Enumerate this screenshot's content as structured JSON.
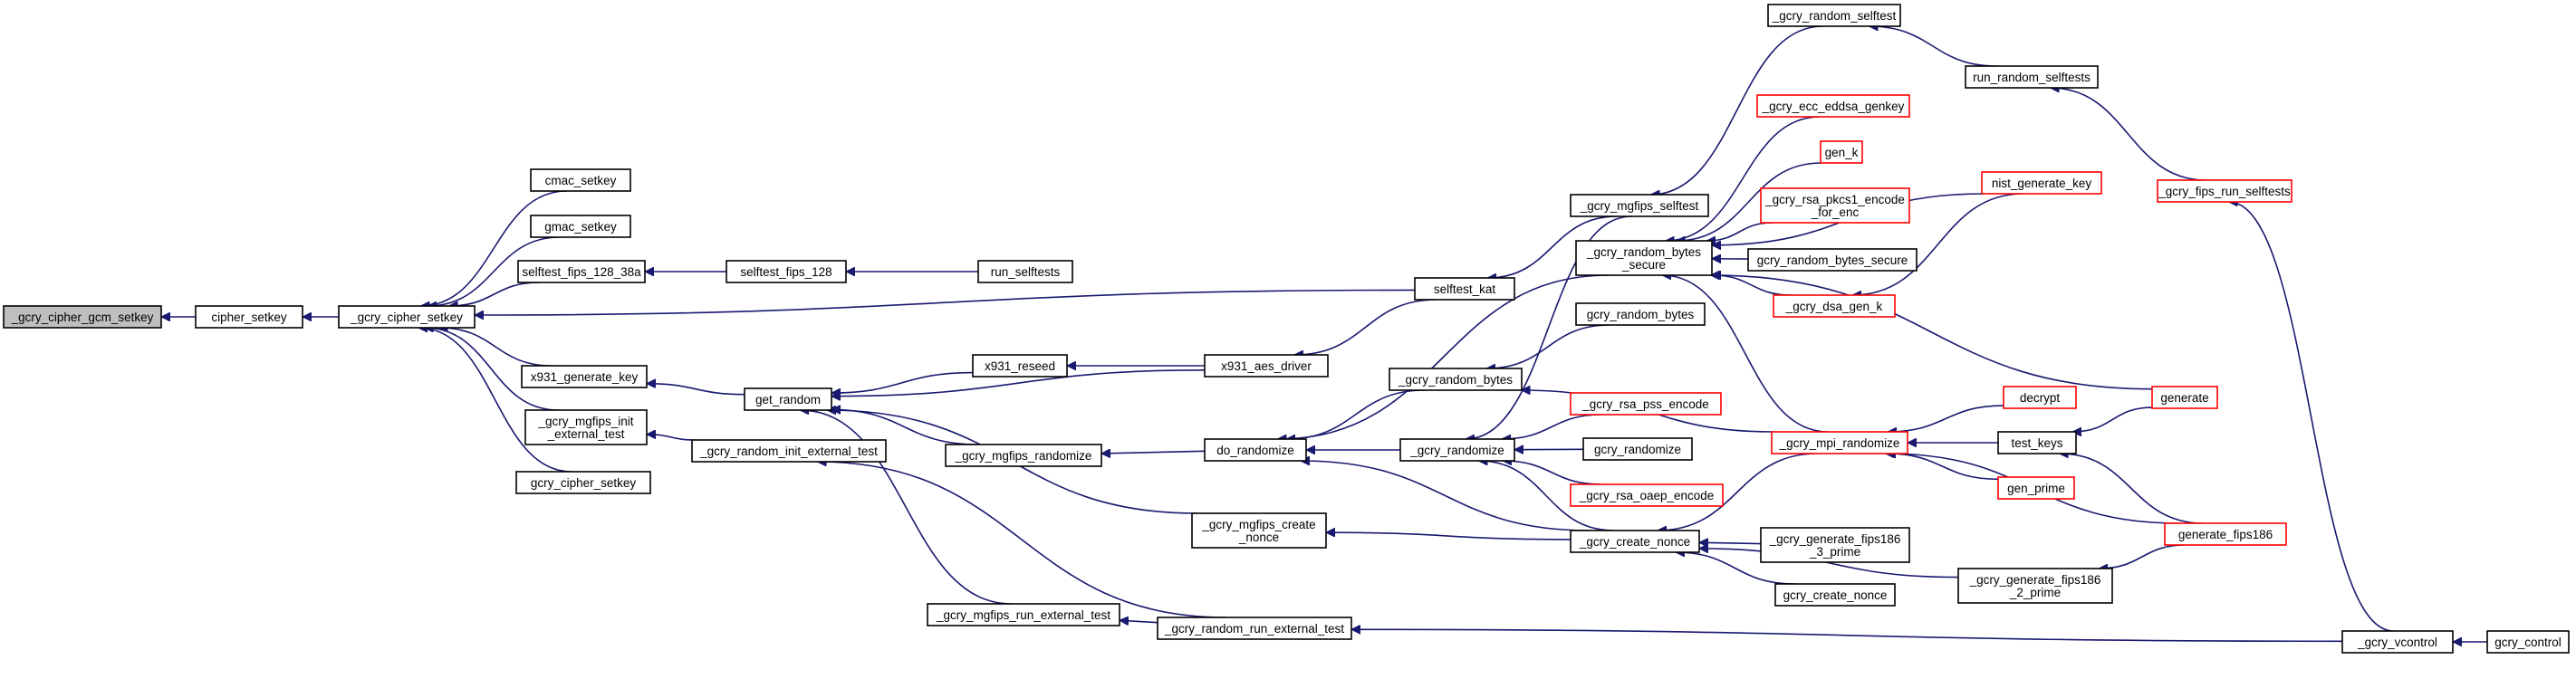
{
  "graph": {
    "root": "_gcry_cipher_gcm_setkey",
    "colors": {
      "node_border": "#000000",
      "truncated_node_border": "#ff0000",
      "root_fill": "#bfbfbf",
      "edge": "#191970"
    },
    "nodes": [
      {
        "id": "n0",
        "label": [
          "_gcry_cipher_gcm_setkey"
        ],
        "truncated": false,
        "root": true
      },
      {
        "id": "n1",
        "label": [
          "cipher_setkey"
        ],
        "truncated": false
      },
      {
        "id": "n2",
        "label": [
          "_gcry_cipher_setkey"
        ],
        "truncated": false
      },
      {
        "id": "n3",
        "label": [
          "cmac_setkey"
        ],
        "truncated": false
      },
      {
        "id": "n4",
        "label": [
          "gmac_setkey"
        ],
        "truncated": false
      },
      {
        "id": "n5",
        "label": [
          "selftest_fips_128_38a"
        ],
        "truncated": false
      },
      {
        "id": "n6",
        "label": [
          "x931_generate_key"
        ],
        "truncated": false
      },
      {
        "id": "n7",
        "label": [
          "_gcry_mgfips_init",
          "_external_test"
        ],
        "truncated": false
      },
      {
        "id": "n8",
        "label": [
          "gcry_cipher_setkey"
        ],
        "truncated": false
      },
      {
        "id": "n9",
        "label": [
          "selftest_fips_128"
        ],
        "truncated": false
      },
      {
        "id": "n10",
        "label": [
          "get_random"
        ],
        "truncated": false
      },
      {
        "id": "n11",
        "label": [
          "_gcry_random_init_external_test"
        ],
        "truncated": false
      },
      {
        "id": "n12",
        "label": [
          "run_selftests"
        ],
        "truncated": false
      },
      {
        "id": "n13",
        "label": [
          "x931_reseed"
        ],
        "truncated": false
      },
      {
        "id": "n14",
        "label": [
          "_gcry_mgfips_randomize"
        ],
        "truncated": false
      },
      {
        "id": "n15",
        "label": [
          "_gcry_mgfips_create",
          "_nonce"
        ],
        "truncated": false
      },
      {
        "id": "n16",
        "label": [
          "_gcry_mgfips_run_external_test"
        ],
        "truncated": false
      },
      {
        "id": "n17",
        "label": [
          "x931_aes_driver"
        ],
        "truncated": false
      },
      {
        "id": "n18",
        "label": [
          "do_randomize"
        ],
        "truncated": false
      },
      {
        "id": "n19",
        "label": [
          "_gcry_random_run_external_test"
        ],
        "truncated": false
      },
      {
        "id": "n20",
        "label": [
          "selftest_kat"
        ],
        "truncated": false
      },
      {
        "id": "n21",
        "label": [
          "_gcry_random_bytes"
        ],
        "truncated": false
      },
      {
        "id": "n22",
        "label": [
          "_gcry_randomize"
        ],
        "truncated": false
      },
      {
        "id": "n23",
        "label": [
          "_gcry_mgfips_selftest"
        ],
        "truncated": false
      },
      {
        "id": "n24",
        "label": [
          "_gcry_random_bytes",
          "_secure"
        ],
        "truncated": false
      },
      {
        "id": "n25",
        "label": [
          "gcry_random_bytes"
        ],
        "truncated": false
      },
      {
        "id": "n26",
        "label": [
          "_gcry_rsa_pss_encode"
        ],
        "truncated": true
      },
      {
        "id": "n27",
        "label": [
          "gcry_randomize"
        ],
        "truncated": false
      },
      {
        "id": "n28",
        "label": [
          "_gcry_rsa_oaep_encode"
        ],
        "truncated": true
      },
      {
        "id": "n29",
        "label": [
          "_gcry_create_nonce"
        ],
        "truncated": false
      },
      {
        "id": "n30",
        "label": [
          "_gcry_random_selftest"
        ],
        "truncated": false
      },
      {
        "id": "n31",
        "label": [
          "_gcry_ecc_eddsa_genkey"
        ],
        "truncated": true
      },
      {
        "id": "n32",
        "label": [
          "gen_k"
        ],
        "truncated": true
      },
      {
        "id": "n33",
        "label": [
          "_gcry_rsa_pkcs1_encode",
          "_for_enc"
        ],
        "truncated": true
      },
      {
        "id": "n34",
        "label": [
          "gcry_random_bytes_secure"
        ],
        "truncated": false
      },
      {
        "id": "n35",
        "label": [
          "_gcry_dsa_gen_k"
        ],
        "truncated": true
      },
      {
        "id": "n36",
        "label": [
          "_gcry_mpi_randomize"
        ],
        "truncated": true
      },
      {
        "id": "n37",
        "label": [
          "_gcry_generate_fips186",
          "_3_prime"
        ],
        "truncated": false
      },
      {
        "id": "n38",
        "label": [
          "gcry_create_nonce"
        ],
        "truncated": false
      },
      {
        "id": "n39",
        "label": [
          "run_random_selftests"
        ],
        "truncated": false
      },
      {
        "id": "n40",
        "label": [
          "nist_generate_key"
        ],
        "truncated": true
      },
      {
        "id": "n41",
        "label": [
          "decrypt"
        ],
        "truncated": true
      },
      {
        "id": "n42",
        "label": [
          "test_keys"
        ],
        "truncated": false
      },
      {
        "id": "n43",
        "label": [
          "gen_prime"
        ],
        "truncated": true
      },
      {
        "id": "n44",
        "label": [
          "_gcry_generate_fips186",
          "_2_prime"
        ],
        "truncated": false
      },
      {
        "id": "n45",
        "label": [
          "_gcry_fips_run_selftests"
        ],
        "truncated": true
      },
      {
        "id": "n46",
        "label": [
          "generate"
        ],
        "truncated": true
      },
      {
        "id": "n47",
        "label": [
          "generate_fips186"
        ],
        "truncated": true
      },
      {
        "id": "n48",
        "label": [
          "_gcry_vcontrol"
        ],
        "truncated": false
      },
      {
        "id": "n49",
        "label": [
          "gcry_control"
        ],
        "truncated": false
      }
    ],
    "edges": [
      [
        "n1",
        "n0"
      ],
      [
        "n2",
        "n1"
      ],
      [
        "n3",
        "n2"
      ],
      [
        "n4",
        "n2"
      ],
      [
        "n5",
        "n2"
      ],
      [
        "n6",
        "n2"
      ],
      [
        "n7",
        "n2"
      ],
      [
        "n8",
        "n2"
      ],
      [
        "n20",
        "n2"
      ],
      [
        "n9",
        "n5"
      ],
      [
        "n12",
        "n9"
      ],
      [
        "n10",
        "n6"
      ],
      [
        "n11",
        "n7"
      ],
      [
        "n19",
        "n11"
      ],
      [
        "n13",
        "n10"
      ],
      [
        "n14",
        "n10"
      ],
      [
        "n15",
        "n10"
      ],
      [
        "n16",
        "n10"
      ],
      [
        "n17",
        "n10"
      ],
      [
        "n17",
        "n13"
      ],
      [
        "n20",
        "n17"
      ],
      [
        "n18",
        "n14"
      ],
      [
        "n29",
        "n15"
      ],
      [
        "n48",
        "n19"
      ],
      [
        "n19",
        "n16"
      ],
      [
        "n21",
        "n18"
      ],
      [
        "n22",
        "n18"
      ],
      [
        "n24",
        "n18"
      ],
      [
        "n29",
        "n18"
      ],
      [
        "n23",
        "n20"
      ],
      [
        "n30",
        "n23"
      ],
      [
        "n39",
        "n30"
      ],
      [
        "n45",
        "n39"
      ],
      [
        "n48",
        "n45"
      ],
      [
        "n25",
        "n21"
      ],
      [
        "n36",
        "n21"
      ],
      [
        "n26",
        "n22"
      ],
      [
        "n27",
        "n22"
      ],
      [
        "n28",
        "n22"
      ],
      [
        "n23",
        "n22"
      ],
      [
        "n29",
        "n22"
      ],
      [
        "n31",
        "n24"
      ],
      [
        "n32",
        "n24"
      ],
      [
        "n33",
        "n24"
      ],
      [
        "n34",
        "n24"
      ],
      [
        "n35",
        "n24"
      ],
      [
        "n36",
        "n24"
      ],
      [
        "n40",
        "n24"
      ],
      [
        "n46",
        "n24"
      ],
      [
        "n40",
        "n35"
      ],
      [
        "n36",
        "n29"
      ],
      [
        "n37",
        "n29"
      ],
      [
        "n38",
        "n29"
      ],
      [
        "n44",
        "n29"
      ],
      [
        "n41",
        "n36"
      ],
      [
        "n42",
        "n36"
      ],
      [
        "n43",
        "n36"
      ],
      [
        "n47",
        "n36"
      ],
      [
        "n46",
        "n42"
      ],
      [
        "n47",
        "n42"
      ],
      [
        "n47",
        "n44"
      ],
      [
        "n49",
        "n48"
      ]
    ]
  }
}
